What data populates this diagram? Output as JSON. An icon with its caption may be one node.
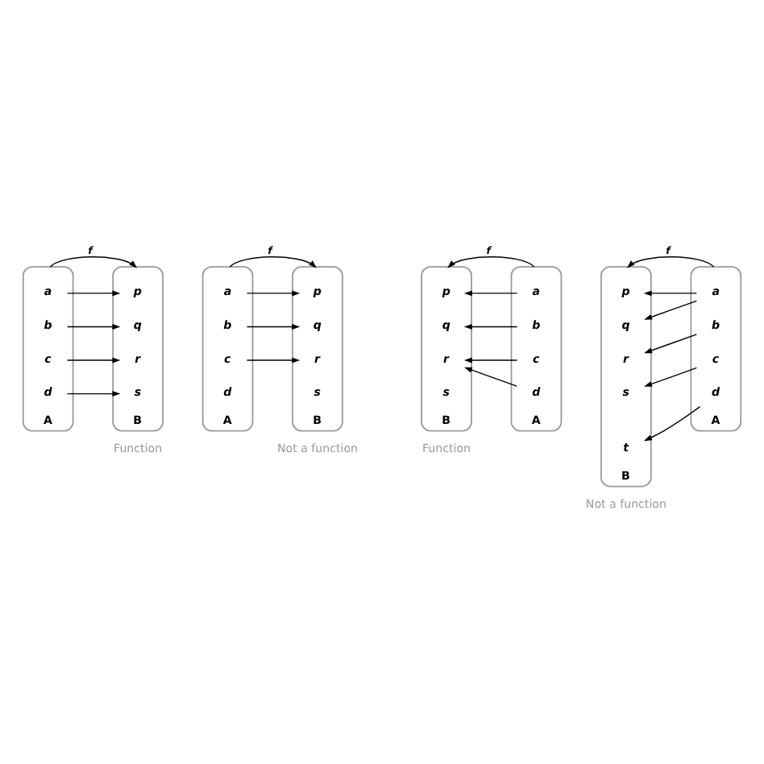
{
  "diagram": {
    "nodes": [
      {
        "text": [
          "A"
        ]
      },
      {
        "text": [
          "a"
        ],
        "in": 0
      },
      {
        "text": [
          "b"
        ],
        "in": 0
      },
      {
        "text": [
          "c"
        ],
        "in": 0
      },
      {
        "text": [
          "d"
        ],
        "in": 0
      },
      {
        "text": [
          "B"
        ]
      },
      {
        "text": [
          "p"
        ],
        "in": 5
      },
      {
        "text": [
          "q"
        ],
        "in": 5
      },
      {
        "text": [
          "r"
        ],
        "in": 5
      },
      {
        "text": [
          "s"
        ],
        "in": 5
      },
      {
        "text": [
          "A"
        ]
      },
      {
        "text": [
          "a"
        ],
        "in": 10
      },
      {
        "text": [
          "b"
        ],
        "in": 10
      },
      {
        "text": [
          "c"
        ],
        "in": 10
      },
      {
        "text": [
          "d"
        ],
        "in": 10
      },
      {
        "text": [
          "B"
        ]
      },
      {
        "text": [
          "p"
        ],
        "in": 15
      },
      {
        "text": [
          "q"
        ],
        "in": 15
      },
      {
        "text": [
          "r"
        ],
        "in": 15
      },
      {
        "text": [
          "s"
        ],
        "in": 15
      },
      {
        "text": [
          "A"
        ]
      },
      {
        "text": [
          "a"
        ],
        "in": 20
      },
      {
        "text": [
          "b"
        ],
        "in": 20
      },
      {
        "text": [
          "c"
        ],
        "in": 20
      },
      {
        "text": [
          "d"
        ],
        "in": 20
      },
      {
        "text": [
          "B"
        ]
      },
      {
        "text": [
          "p"
        ],
        "in": 25
      },
      {
        "text": [
          "q"
        ],
        "in": 25
      },
      {
        "text": [
          "r"
        ],
        "in": 25
      },
      {
        "text": [
          "s"
        ],
        "in": 25
      },
      {
        "text": [
          "A"
        ]
      },
      {
        "text": [
          "a"
        ],
        "in": 30
      },
      {
        "text": [
          "b"
        ],
        "in": 30
      },
      {
        "text": [
          "c"
        ],
        "in": 30
      },
      {
        "text": [
          "d"
        ],
        "in": 30
      },
      {
        "text": [
          "B"
        ]
      },
      {
        "text": [
          "p"
        ],
        "in": 35
      },
      {
        "text": [
          "q"
        ],
        "in": 35
      },
      {
        "text": [
          "r"
        ],
        "in": 35
      },
      {
        "text": [
          "s"
        ],
        "in": 35
      },
      {
        "text": [
          "t"
        ],
        "in": 35
      }
    ],
    "edges": [
      {
        "from": 0,
        "to": 5,
        "arrow": "to",
        "label": "f"
      },
      {
        "from": 1,
        "to": 6,
        "arrow": "to"
      },
      {
        "from": 2,
        "to": 7,
        "arrow": "to"
      },
      {
        "from": 3,
        "to": 8,
        "arrow": "to"
      },
      {
        "from": 4,
        "to": 9,
        "arrow": "to"
      },
      {
        "from": 10,
        "to": 15,
        "arrow": "to",
        "label": "f"
      },
      {
        "from": 11,
        "to": 16,
        "arrow": "to"
      },
      {
        "from": 12,
        "to": 17,
        "arrow": "to"
      },
      {
        "from": 13,
        "to": 18,
        "arrow": "to"
      },
      {
        "from": 20,
        "to": 25,
        "arrow": "to",
        "label": "f"
      },
      {
        "from": 21,
        "to": 26,
        "arrow": "to"
      },
      {
        "from": 22,
        "to": 27,
        "arrow": "to"
      },
      {
        "from": 23,
        "to": 28,
        "arrow": "to"
      },
      {
        "from": 24,
        "to": 28,
        "arrow": "to"
      },
      {
        "from": 30,
        "to": 35,
        "arrow": "to",
        "label": "f"
      },
      {
        "from": 31,
        "to": 36,
        "arrow": "to"
      },
      {
        "from": 31,
        "to": 37,
        "arrow": "to"
      },
      {
        "from": 32,
        "to": 38,
        "arrow": "to"
      },
      {
        "from": 33,
        "to": 39,
        "arrow": "to"
      },
      {
        "from": 34,
        "to": 40,
        "arrow": "to"
      }
    ],
    "labels": [
      "Function",
      "Not a function",
      "Function",
      "Not a function"
    ]
  }
}
